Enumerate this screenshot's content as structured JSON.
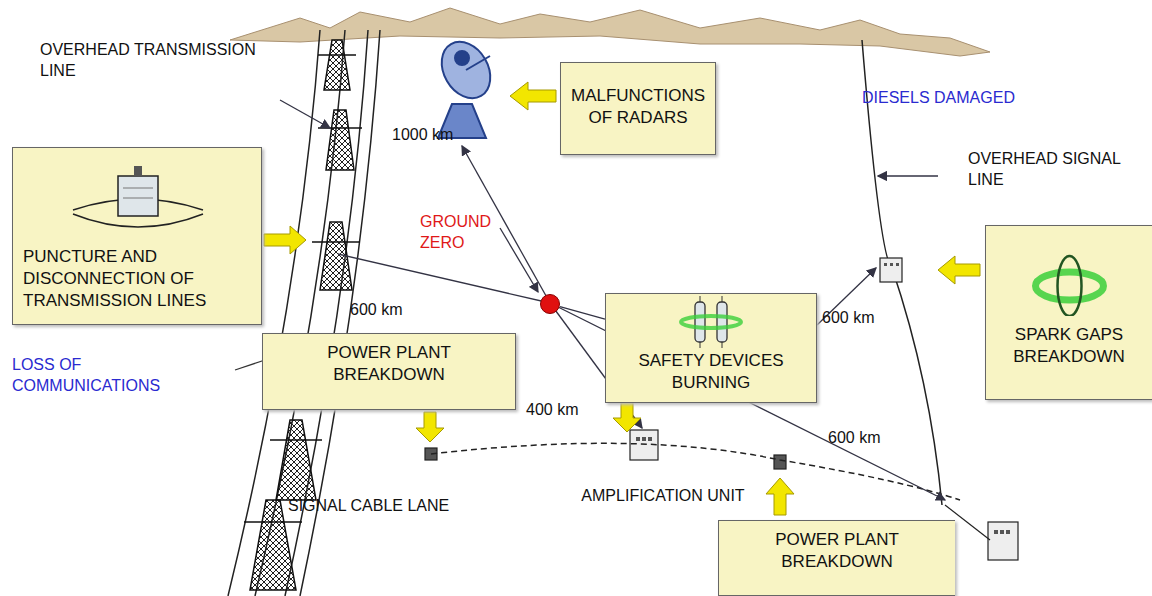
{
  "diagram": {
    "nodes": [
      {
        "text": [
          "PUNCTURE AND DISCONNECTION OF TRANSMISSION LINES"
        ]
      },
      {
        "text": [
          "MALFUNCTIONS OF RADARS"
        ]
      },
      {
        "text": [
          "POWER PLANT BREAKDOWN"
        ]
      },
      {
        "text": [
          "SAFETY DEVICES BURNING"
        ]
      },
      {
        "text": [
          "SPARK GAPS BREAKDOWN"
        ]
      },
      {
        "text": [
          "POWER PLANT BREAKDOWN"
        ]
      },
      {
        "text": [
          "GROUND ZERO"
        ]
      }
    ],
    "edges": [
      {
        "from": 6,
        "to": 3,
        "arrow": "none"
      }
    ],
    "labels": [
      "OVERHEAD TRANSMISSION LINE",
      "1000 km",
      "DIESELS DAMAGED",
      "OVERHEAD SIGNAL LINE",
      "600 km",
      "600 km",
      "LOSS OF COMMUNICATIONS",
      "400 km",
      "600 km",
      "SIGNAL CABLE LANE",
      "AMPLIFICATION UNIT"
    ]
  }
}
